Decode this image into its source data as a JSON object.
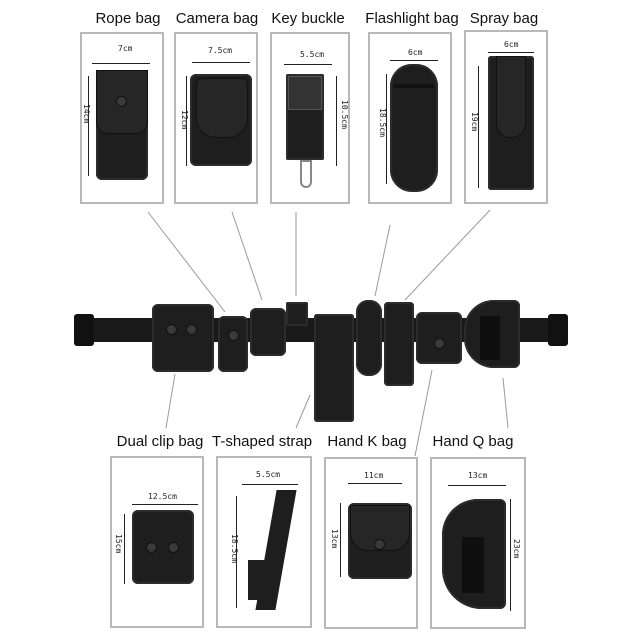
{
  "top_items": [
    {
      "name": "Rope bag",
      "width": "7cm",
      "height": "14cm"
    },
    {
      "name": "Camera bag",
      "width": "7.5cm",
      "height": "12cm"
    },
    {
      "name": "Key buckle",
      "width": "5.5cm",
      "height": "10.5cm"
    },
    {
      "name": "Flashlight bag",
      "width": "6cm",
      "height": "18.5cm"
    },
    {
      "name": "Spray bag",
      "width": "6cm",
      "height": "19cm"
    }
  ],
  "bottom_items": [
    {
      "name": "Dual clip bag",
      "width": "12.5cm",
      "height": "15cm"
    },
    {
      "name": "T-shaped strap",
      "width": "5.5cm",
      "height": "18.5cm"
    },
    {
      "name": "Hand K bag",
      "width": "11cm",
      "height": "13cm"
    },
    {
      "name": "Hand Q bag",
      "width": "13cm",
      "height": "23cm"
    }
  ],
  "colors": {
    "box_border": "#b8b8b8",
    "item": "#1e1e1e",
    "arrow": "#9a9a9a"
  }
}
